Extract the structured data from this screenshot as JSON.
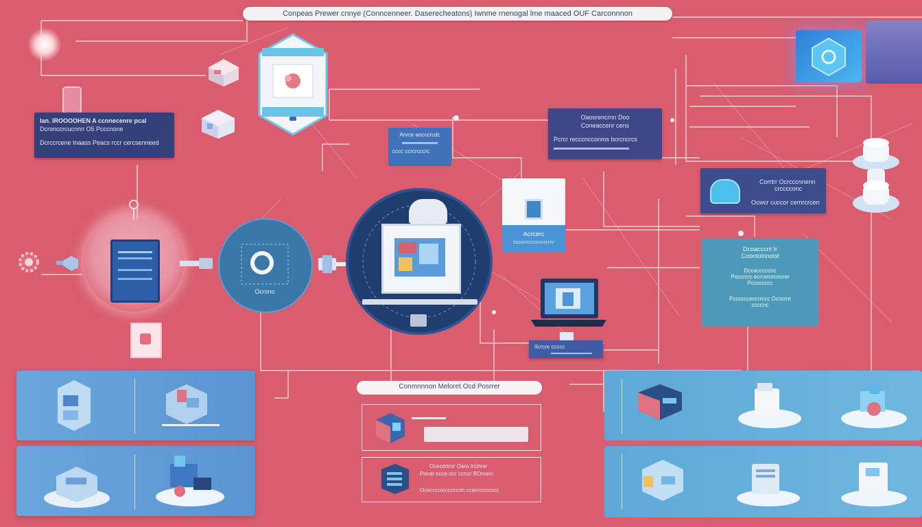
{
  "title": "Conpeas Prewer cnnye (Conncenneer. Daserecheatons) Iwnme rnenogal lme maaced OUF Carconnnon",
  "cards": {
    "left_top": {
      "line1": "Ian. IROOOOHEN A ccnnecenre pcal",
      "line2": "Dcronccrcucnnn O5 Pcccnone",
      "line3": "Dcrccrcene Inaass Peacs rccr cercsenneed"
    },
    "small_blue": {
      "line1": "Anrce aocccrcdc",
      "line2": "cccc ccrcrcccrc"
    },
    "center_top": {
      "line1": "Oaosrencrnn Doo",
      "line2": "Coneaccenr cens",
      "line3": "Pcrcr recccncconms bcrcncrcs"
    },
    "right_navy": {
      "line1": "Corrtrr Ocrcccnnenn",
      "line2": "crcccconc",
      "line3": "Ocwcr cuccor cernrcrcen"
    },
    "white_small": {
      "label": "Acrcerc",
      "sub": "cccccrccccccccrcnr"
    },
    "teal_right": {
      "line1": "Dcoacccnt Ir",
      "line2": "Coontolnnoist",
      "line3": "Dccacccccnc",
      "line4": "Poccrcrc ecrcercrcrrcrer",
      "line5": "Pcccccccc",
      "line6": "Pcccccceccrrccc Ocncrnr",
      "line7": "ccccnc"
    },
    "laptop_tag": {
      "line1": "IIcrcre ccccc"
    },
    "bottom_pill": "Conmnnnon Meloret Ocd Posrrer",
    "bottom_box2": {
      "line1": "Ocecenror Oara Ircinrer",
      "line2": "Pocar occe ocr ccrcrr BOrcerc",
      "line3": "Ocecrccrecccccnn ccenrccccncc"
    }
  },
  "labels": {
    "disc": "Ocnmo"
  },
  "colors": {
    "background": "#d95d6e",
    "navy": "#34407a",
    "blue": "#4a8fd0",
    "teal": "#4c99b9",
    "line": "#f2e6ea"
  }
}
